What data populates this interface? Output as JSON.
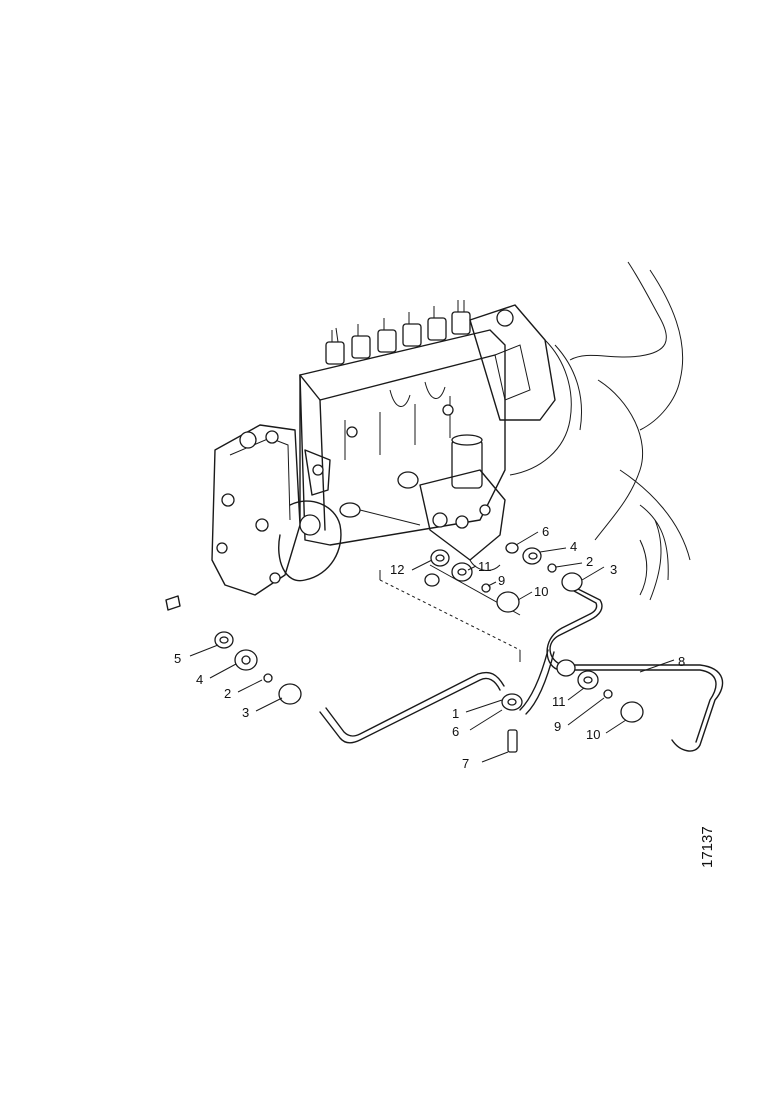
{
  "figure": {
    "number": "17137"
  },
  "callouts": [
    {
      "id": "c1",
      "text": "6"
    },
    {
      "id": "c2",
      "text": "4"
    },
    {
      "id": "c3",
      "text": "2"
    },
    {
      "id": "c4",
      "text": "3"
    },
    {
      "id": "c5",
      "text": "12"
    },
    {
      "id": "c6",
      "text": "11"
    },
    {
      "id": "c7",
      "text": "9"
    },
    {
      "id": "c8",
      "text": "10"
    },
    {
      "id": "c9",
      "text": "5"
    },
    {
      "id": "c10",
      "text": "4"
    },
    {
      "id": "c11",
      "text": "2"
    },
    {
      "id": "c12",
      "text": "3"
    },
    {
      "id": "c13",
      "text": "1"
    },
    {
      "id": "c14",
      "text": "6"
    },
    {
      "id": "c15",
      "text": "7"
    },
    {
      "id": "c16",
      "text": "8"
    },
    {
      "id": "c17",
      "text": "11"
    },
    {
      "id": "c18",
      "text": "9"
    },
    {
      "id": "c19",
      "text": "10"
    }
  ]
}
